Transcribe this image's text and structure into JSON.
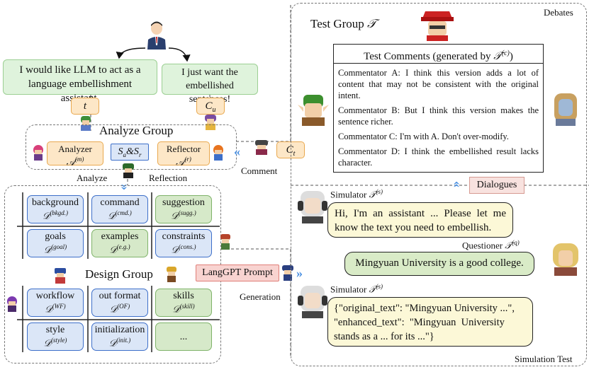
{
  "user_requests": {
    "left": "I would like LLM to act as a language embellishment assistant.",
    "right": "I just want the embellished sentences!"
  },
  "tokens": {
    "t": "t",
    "cu": "C",
    "cu_sub": "u",
    "ct": "C",
    "ct_sub": "t",
    "sa_sr": "S",
    "sa_sub": "a",
    "amp": "&S",
    "sr_sub": "r"
  },
  "analyze_group": {
    "title": "Analyze Group",
    "analyzer": "Analyzer",
    "analyzer_sym": "𝒜",
    "analyzer_sup": "(m)",
    "reflector": "Reflector",
    "reflector_sym": "𝒜",
    "reflector_sup": "(r)"
  },
  "labels": {
    "analyze": "Analyze",
    "reflection": "Reflection",
    "comment": "Comment",
    "generation": "Generation",
    "debates": "Debates",
    "dialogues": "Dialogues",
    "simulation_test": "Simulation Test",
    "langgpt_prompt": "LangGPT Prompt"
  },
  "design_group": {
    "title": "Design Group",
    "cells_top": [
      {
        "name": "background",
        "sup": "(bkgd.)",
        "kind": "blue"
      },
      {
        "name": "command",
        "sup": "(cmd.)",
        "kind": "blue"
      },
      {
        "name": "suggestion",
        "sup": "(sugg.)",
        "kind": "green"
      },
      {
        "name": "goals",
        "sup": "(goal)",
        "kind": "blue"
      },
      {
        "name": "examples",
        "sup": "(e.g.)",
        "kind": "green"
      },
      {
        "name": "constraints",
        "sup": "(cons.)",
        "kind": "blue"
      }
    ],
    "cells_bottom": [
      {
        "name": "workflow",
        "sup": "(WF)",
        "kind": "blue"
      },
      {
        "name": "out format",
        "sup": "(OF)",
        "kind": "blue"
      },
      {
        "name": "skills",
        "sup": "(skill)",
        "kind": "green"
      },
      {
        "name": "style",
        "sup": "(style)",
        "kind": "blue"
      },
      {
        "name": "initialization",
        "sup": "(init.)",
        "kind": "blue"
      },
      {
        "name": "...",
        "sup": "",
        "kind": "green"
      }
    ],
    "symbol": "𝒟"
  },
  "test_group": {
    "title": "Test Group",
    "symbol": "𝒯",
    "comments_title": "Test Comments (generated by ",
    "comments_sup": "(c)",
    "comments": [
      "Commentator A: I think this version adds a lot of content that may not be consistent with the original intent.",
      "Commentator B: But I think this version makes the sentence richer.",
      "Commentator C: I'm with A. Don't over-modify.",
      "Commentator D: I think the embellished result lacks character."
    ]
  },
  "simulation": {
    "simulator_label": "Simulator",
    "simulator_sup": "(s)",
    "questioner_label": "Questioner",
    "questioner_sup": "(q)",
    "sim_msg_1": "Hi, I'm an assistant ... Please let me know the text you need to embellish.",
    "question_msg": "Mingyuan University is a good college.",
    "sim_msg_2_line1": "{\"original_text\": \"Mingyuan University ...\",",
    "sim_msg_2_line2": "\"enhanced_text\":  \"Mingyuan  University",
    "sim_msg_2_line3": "stands as a ... for its ...\"}"
  }
}
